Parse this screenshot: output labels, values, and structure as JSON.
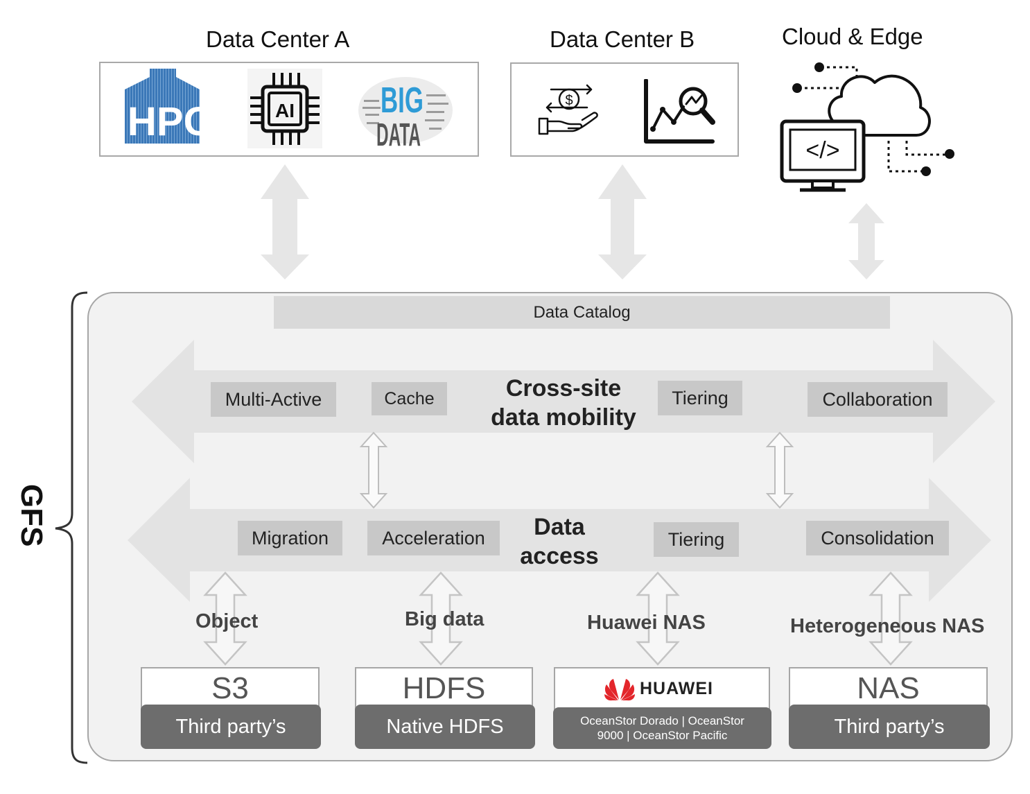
{
  "top": {
    "dc_a": {
      "title": "Data Center A",
      "icons": [
        "hpc-logo",
        "ai-chip-icon",
        "big-data-cloud"
      ],
      "hpc_text": "HPC",
      "ai_text": "AI",
      "big_text": "BIG",
      "data_text": "DATA"
    },
    "dc_b": {
      "title": "Data Center B",
      "icons": [
        "money-hand-icon",
        "analytics-chart-icon"
      ],
      "money_symbol": "$"
    },
    "cloud": {
      "title": "Cloud & Edge",
      "icon": "cloud-computer-icon",
      "code_symbol": "</>"
    }
  },
  "gfs": {
    "label": "GFS",
    "catalog": "Data Catalog",
    "mobility": {
      "title_line1": "Cross-site",
      "title_line2": "data mobility",
      "chips": [
        "Multi-Active",
        "Cache",
        "Tiering",
        "Collaboration"
      ]
    },
    "access": {
      "title_line1": "Data",
      "title_line2": "access",
      "chips": [
        "Migration",
        "Acceleration",
        "Tiering",
        "Consolidation"
      ]
    },
    "categories": [
      "Object",
      "Big data",
      "Huawei NAS",
      "Heterogeneous NAS"
    ],
    "backends": [
      {
        "top": "S3",
        "bottom": "Third party’s"
      },
      {
        "top": "HDFS",
        "bottom": "Native HDFS"
      },
      {
        "top_logo": "HUAWEI",
        "bottom_line1": "OceanStor Dorado |  OceanStor",
        "bottom_line2": "9000  | OceanStor Pacific"
      },
      {
        "top": "NAS",
        "bottom": "Third party’s"
      }
    ]
  },
  "colors": {
    "arrow": "#e6e6e6",
    "panel": "#f2f2f2",
    "chip": "#c8c8c8",
    "backend_dark": "#6d6d6d",
    "huawei_red": "#e3262b"
  }
}
